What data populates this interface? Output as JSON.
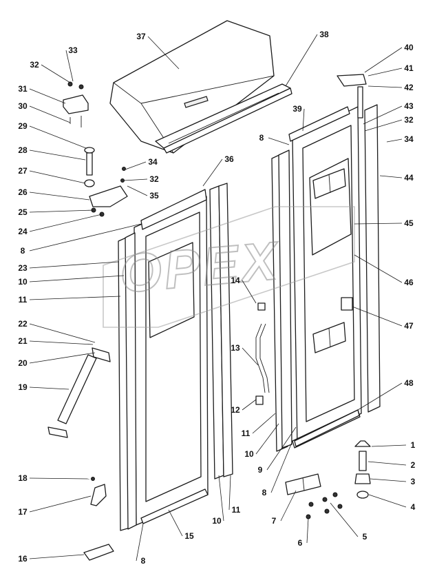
{
  "diagram": {
    "watermark_text": "OPEX",
    "callouts": [
      "1",
      "2",
      "3",
      "4",
      "5",
      "6",
      "7",
      "8",
      "9",
      "10",
      "11",
      "12",
      "13",
      "14",
      "15",
      "16",
      "17",
      "18",
      "19",
      "20",
      "21",
      "22",
      "23",
      "24",
      "25",
      "26",
      "27",
      "28",
      "29",
      "30",
      "31",
      "32",
      "33",
      "34",
      "35",
      "36",
      "37",
      "38",
      "39",
      "40",
      "41",
      "42",
      "43",
      "44",
      "45",
      "46",
      "47",
      "48"
    ]
  }
}
